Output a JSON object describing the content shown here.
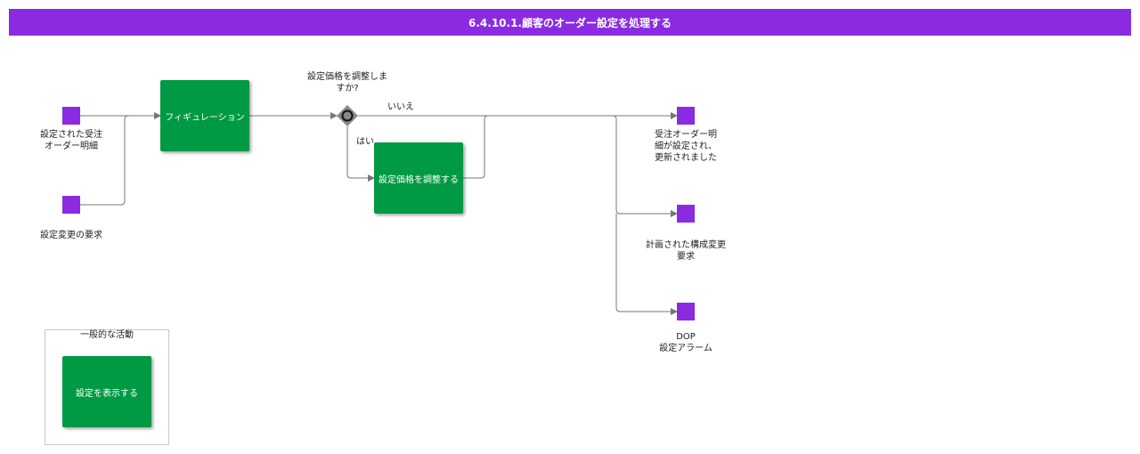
{
  "header": {
    "title": "6.4.10.1.顧客のオーダー設定を処理する"
  },
  "inputs": {
    "configured_order_line": "設定された受注オーダー明細",
    "config_change_request": "設定変更の要求"
  },
  "tasks": {
    "verification": "フィギュレーション",
    "adjust_config_price": "設定価格を調整する"
  },
  "gateway": {
    "question": "設定価格を調整しますか?",
    "no_label": "いいえ",
    "yes_label": "はい"
  },
  "outputs": {
    "order_line_updated": "受注オーダー明細が設定され、更新されました",
    "planned_change_request": "計画された構成変更要求",
    "dop_line1": "DOP",
    "dop_line2": "設定アラーム"
  },
  "legend": {
    "title": "一般的な活動",
    "task_label": "設定を表示する"
  },
  "colors": {
    "header": "#8a2be2",
    "io_node": "#8a2be2",
    "task": "#009944",
    "connector": "#777777",
    "gateway": "#888888"
  }
}
